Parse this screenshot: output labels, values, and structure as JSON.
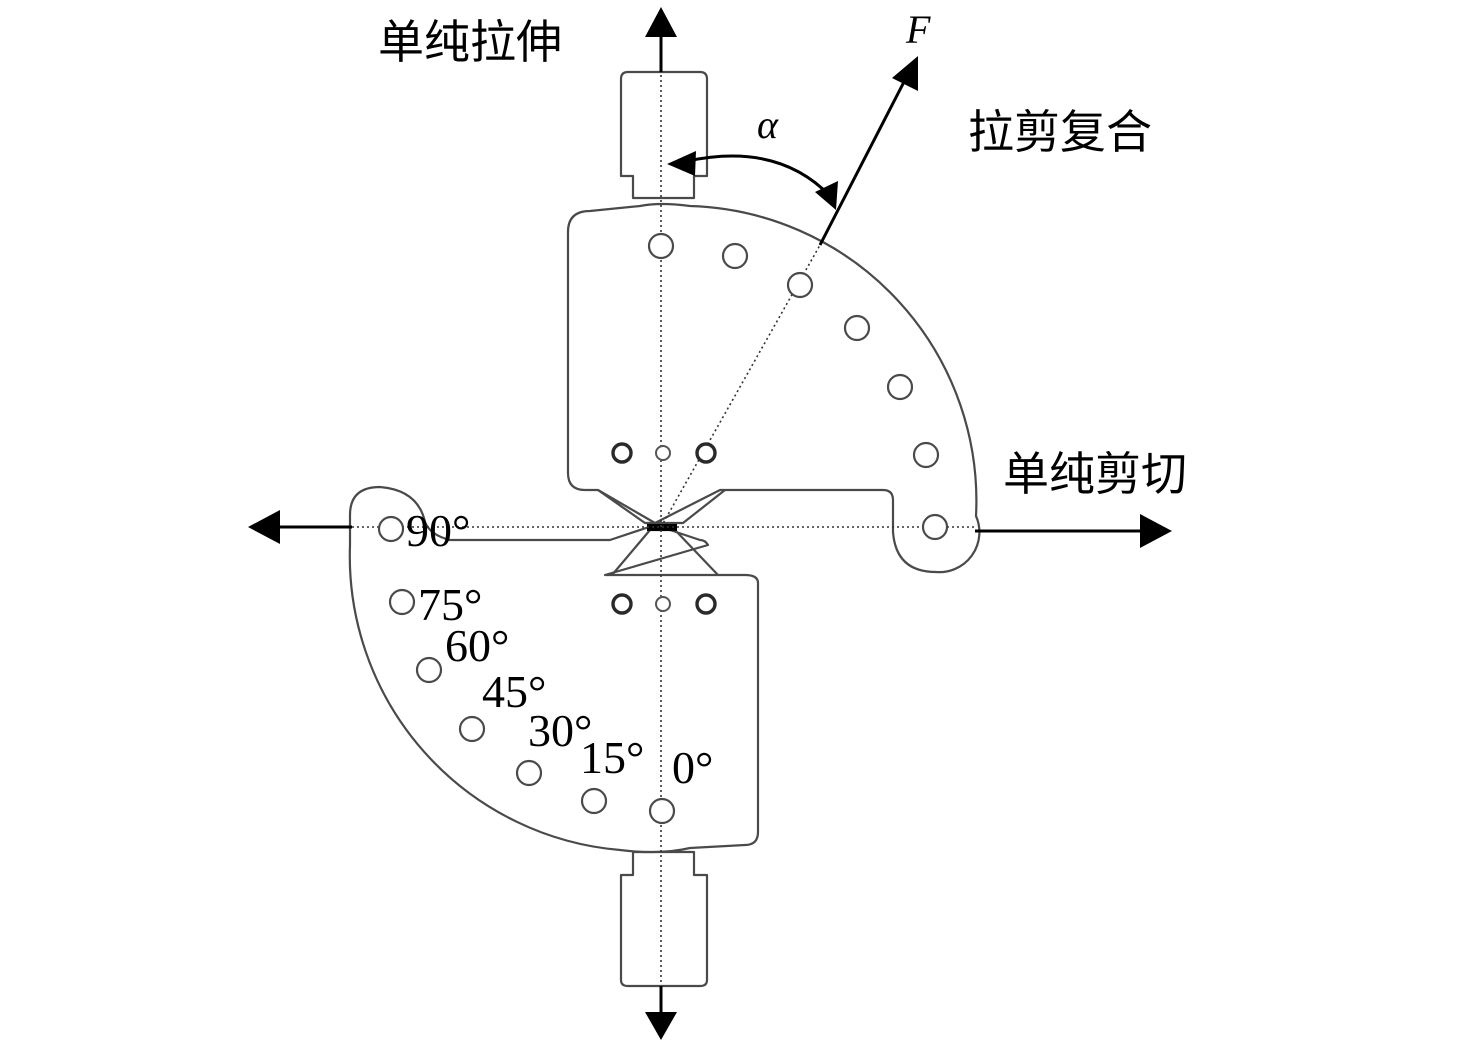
{
  "labels": {
    "pure_tension": "单纯拉伸",
    "pure_shear": "单纯剪切",
    "tension_shear": "拉剪复合",
    "force": "F",
    "angle_symbol": "α"
  },
  "angles": [
    "90°",
    "75°",
    "60°",
    "45°",
    "30°",
    "15°",
    "0°"
  ]
}
